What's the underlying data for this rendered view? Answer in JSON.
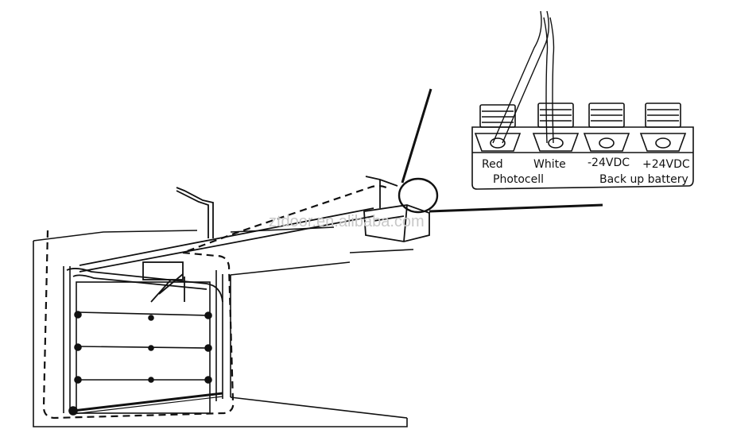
{
  "watermark": "ztdoor.en.alibaba.com",
  "terminal_block": {
    "terminals": [
      {
        "label": "Red"
      },
      {
        "label": "White"
      },
      {
        "label": "-24VDC"
      },
      {
        "label": "+24VDC"
      }
    ],
    "group_labels": {
      "photocell": "Photocell",
      "battery": "Back up battery"
    }
  },
  "colors": {
    "line": "#111111",
    "background": "#ffffff",
    "watermark": "#c8c8c8"
  }
}
